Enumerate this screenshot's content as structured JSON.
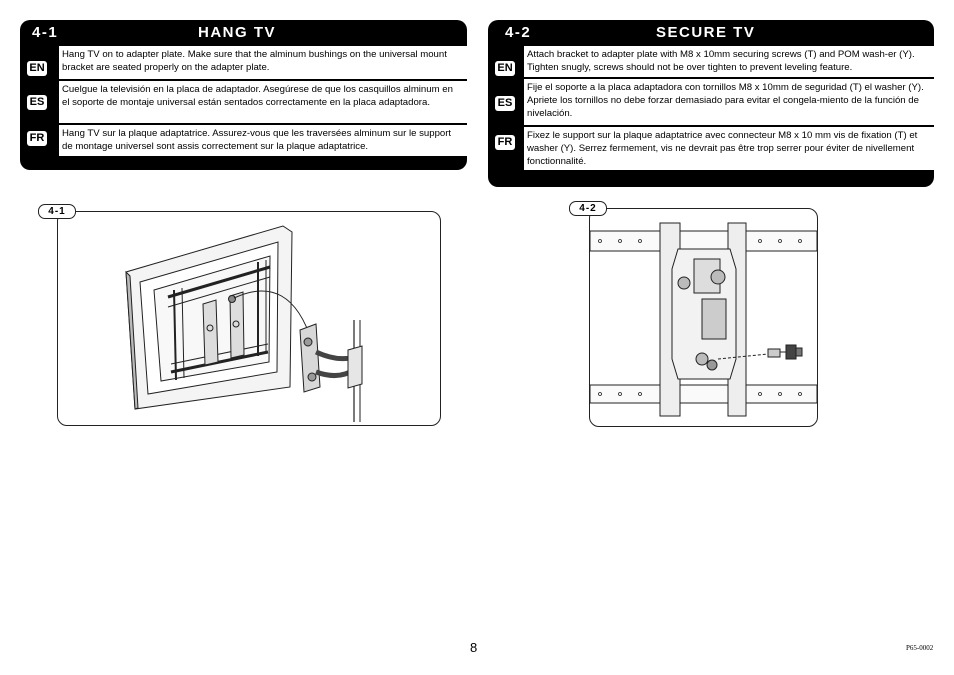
{
  "step1": {
    "number": "4-1",
    "title": "HANG TV",
    "rows": [
      {
        "lang": "EN",
        "text": "Hang TV on to adapter plate.  Make sure that the alminum bushings on the universal mount bracket are seated properly on the adapter plate."
      },
      {
        "lang": "ES",
        "text": "Cuelgue la televisión en la placa de adaptador. Asegúrese de que los casquillos alminum en el soporte de montaje universal están sentados correctamente en la placa adaptadora."
      },
      {
        "lang": "FR",
        "text": "Hang TV sur la plaque adaptatrice. Assurez-vous que les traversées alminum sur le support de montage universel sont assis correctement sur la plaque adaptatrice."
      }
    ],
    "figure_label": "4-1"
  },
  "step2": {
    "number": "4-2",
    "title": "SECURE TV",
    "rows": [
      {
        "lang": "EN",
        "text": "Attach bracket to adapter plate with M8 x 10mm securing screws (T) and POM wash-er (Y).  Tighten snugly, screws should not be over tighten to prevent leveling feature."
      },
      {
        "lang": "ES",
        "text": "Fije el soporte a la placa adaptadora con tornillos M8 x 10mm de seguridad (T) el washer (Y). Apriete los tornillos no debe forzar demasiado para evitar el congela-miento de la función de nivelación."
      },
      {
        "lang": "FR",
        "text": "Fixez le support sur la plaque adaptatrice avec connecteur M8 x 10 mm vis de fixation (T) et washer (Y). Serrez fermement, vis ne devrait pas être trop serrer pour éviter de nivellement fonctionnalité."
      }
    ],
    "figure_label": "4-2"
  },
  "page_number": "8",
  "doc_code": "P65-0002"
}
